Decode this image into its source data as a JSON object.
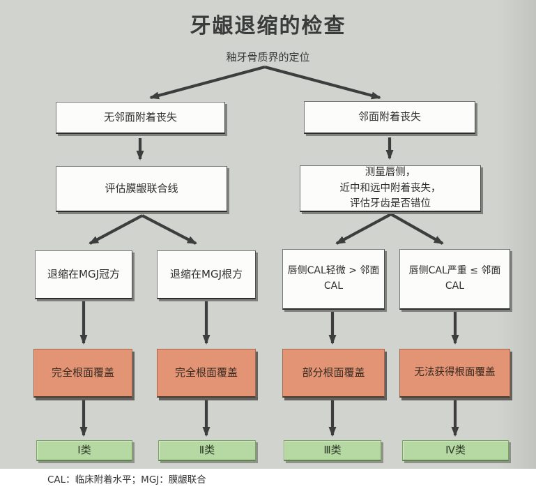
{
  "title": "牙龈退缩的检查",
  "colors": {
    "background": "#d1d3ce",
    "box_white": "#fcfcfa",
    "box_orange": "#e29475",
    "box_green": "#b6d8a2",
    "arrow": "#3d3d3d"
  },
  "nodes": {
    "root": "釉牙骨质界的定位",
    "no_interproximal_loss": "无邻面附着丧失",
    "interproximal_loss": "邻面附着丧失",
    "assess_mgj_line": "评估膜龈联合线",
    "measure_labial": "测量唇侧，\n近中和远中附着丧失，\n评估牙齿是否错位",
    "recession_coronal_mgj": "退缩在MGJ冠方",
    "recession_apical_mgj": "退缩在MGJ根方",
    "labial_cal_mild": "唇侧CAL轻微 > 邻面\nCAL",
    "labial_cal_severe": "唇侧CAL严重 ≤ 邻面\nCAL",
    "outcome_full_coverage_1": "完全根面覆盖",
    "outcome_full_coverage_2": "完全根面覆盖",
    "outcome_partial_coverage": "部分根面覆盖",
    "outcome_no_coverage": "无法获得根面覆盖",
    "class_1": "Ⅰ类",
    "class_2": "Ⅱ类",
    "class_3": "Ⅲ类",
    "class_4": "Ⅳ类"
  },
  "footer": "CAL：临床附着水平；MGJ：膜龈联合"
}
